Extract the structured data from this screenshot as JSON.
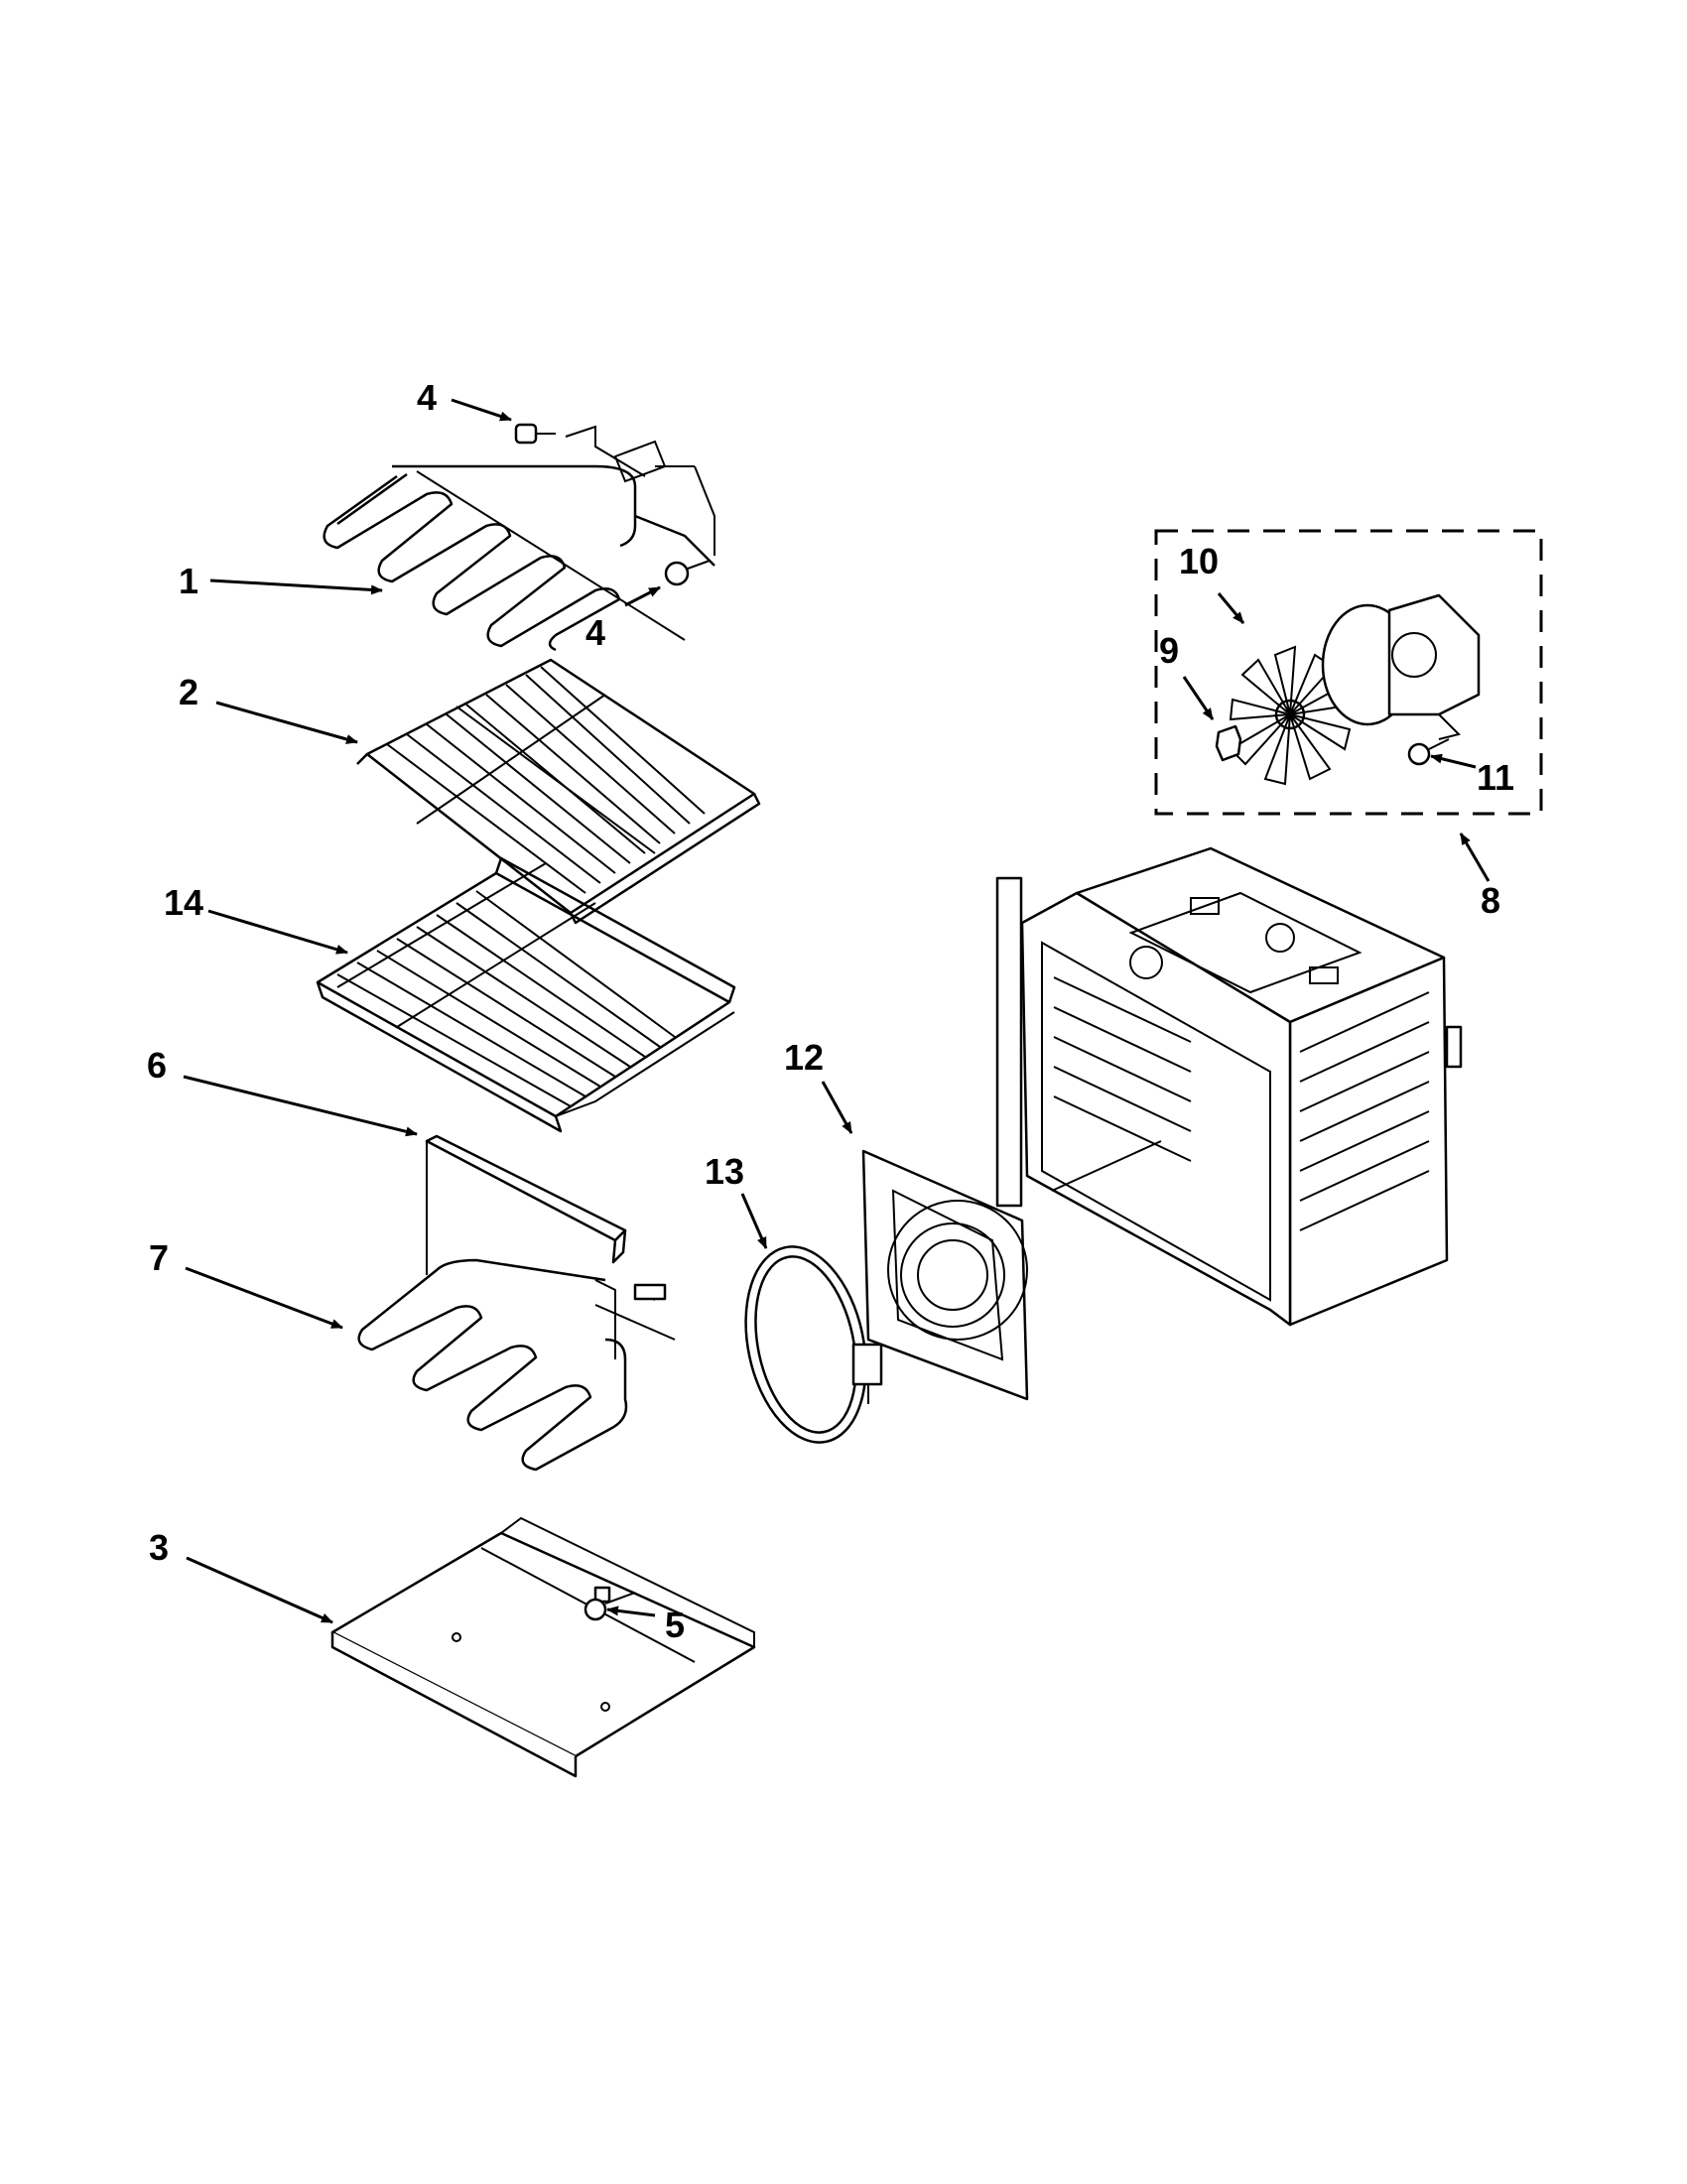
{
  "callouts": {
    "c1": "1",
    "c2": "2",
    "c3": "3",
    "c4a": "4",
    "c4b": "4",
    "c5": "5",
    "c6": "6",
    "c7": "7",
    "c8": "8",
    "c9": "9",
    "c10": "10",
    "c11": "11",
    "c12": "12",
    "c13": "13",
    "c14": "14"
  },
  "icons": {
    "broil-element": "broil-element-icon",
    "oven-rack": "oven-rack-icon",
    "bottom-panel": "bottom-panel-icon",
    "screw": "screw-icon",
    "bake-element-cover": "bake-element-cover-icon",
    "bake-element": "bake-element-icon",
    "convection-fan-assembly": "convection-fan-assembly-icon",
    "fan-nut": "fan-nut-icon",
    "fan-blade": "fan-blade-icon",
    "fan-motor": "fan-motor-icon",
    "convection-cover": "convection-cover-icon",
    "convection-element": "convection-element-icon",
    "oven-cavity": "oven-cavity-icon",
    "roll-out-rack": "roll-out-rack-icon"
  }
}
